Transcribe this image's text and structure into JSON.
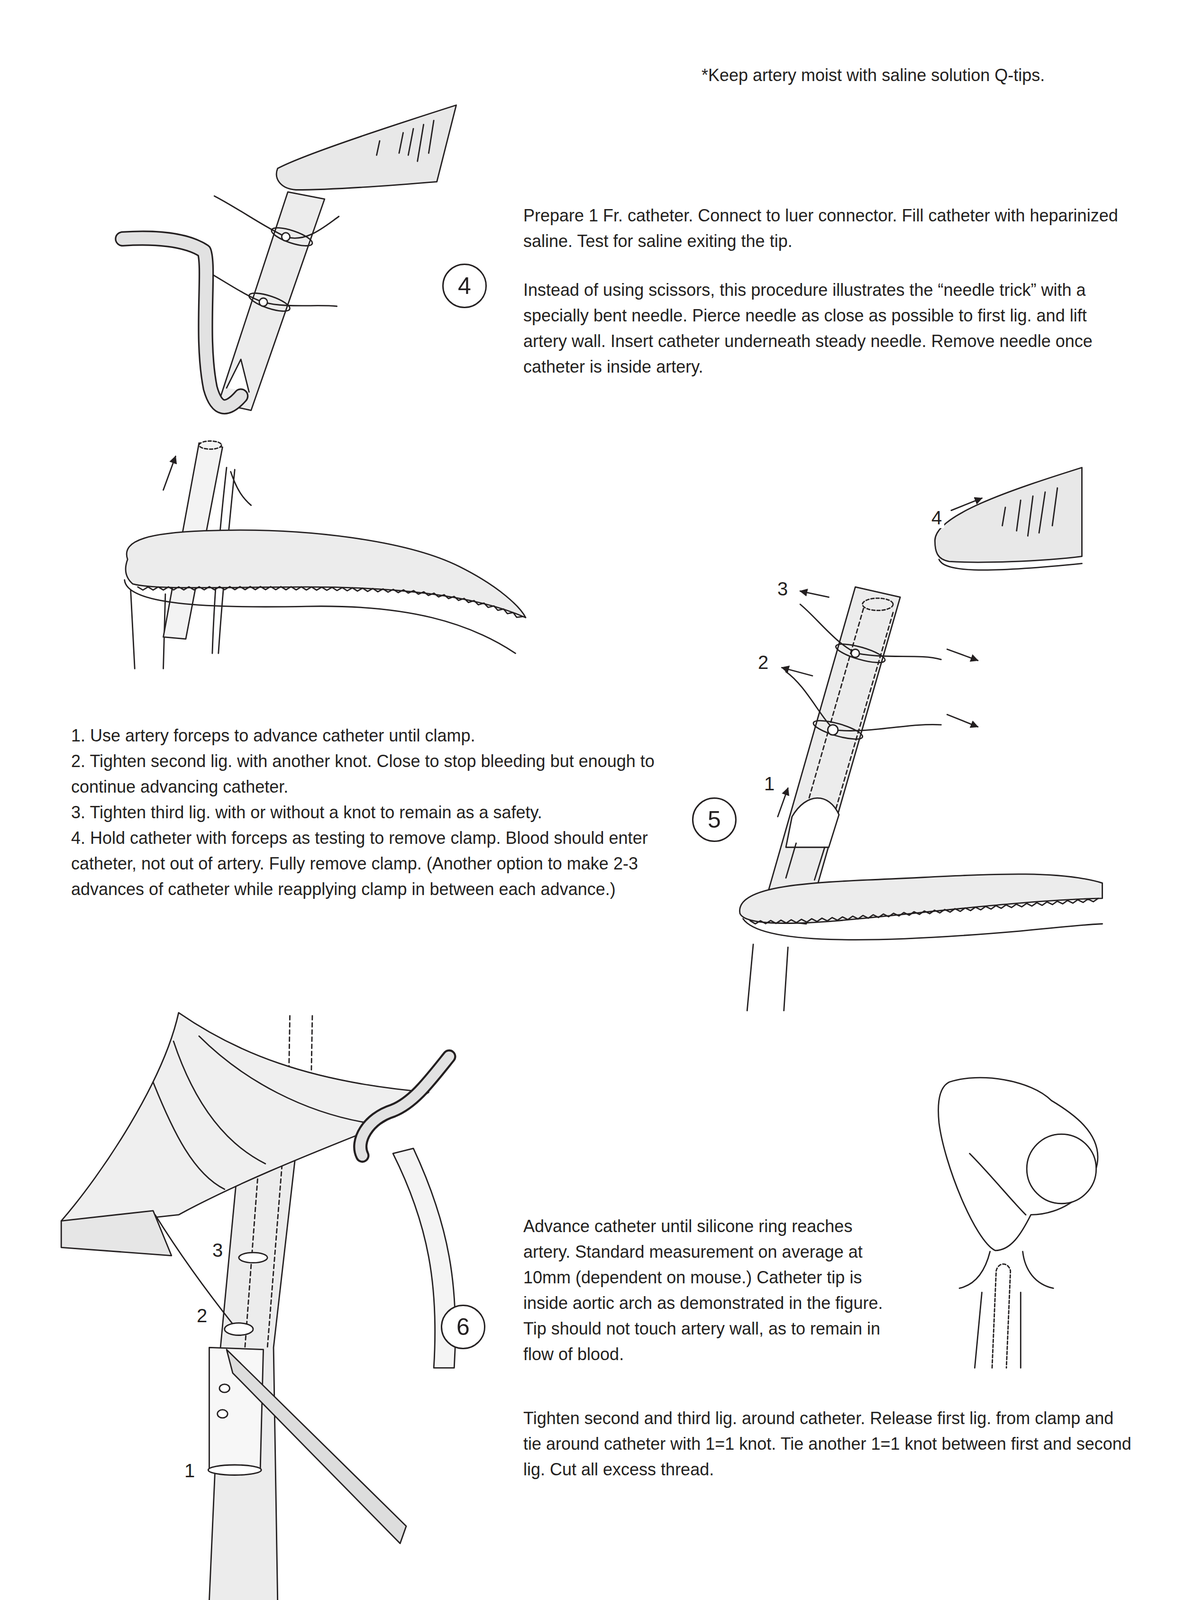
{
  "diagram": {
    "nodes": [
      {
        "text": [
          "4"
        ]
      },
      {
        "text": [
          "5"
        ]
      },
      {
        "text": [
          "6"
        ]
      }
    ],
    "labels": [
      "*Keep artery moist with saline solution Q-tips.",
      "Prepare 1 Fr. catheter. Connect to luer connector. Fill catheter with heparinized saline. Test for saline exiting the tip.",
      "Instead of using scissors, this procedure illustrates the “needle trick” with a specially bent needle. Pierce needle as close as possible to first lig. and lift artery wall. Insert catheter underneath steady needle. Remove needle once catheter is inside artery.",
      "4",
      "3",
      "2",
      "1",
      "1. Use artery forceps to advance catheter until clamp.",
      "2. Tighten second lig. with another knot. Close to stop bleeding but enough to continue advancing catheter.",
      "3. Tighten third lig. with or without a knot to remain as a safety.",
      "4. Hold catheter with forceps as testing to remove clamp. Blood should enter catheter, not out of artery. Fully remove clamp. (Another option to make 2-3 advances of catheter while reapplying clamp in between each advance.)",
      "3",
      "2",
      "1",
      "Advance catheter until silicone ring reaches artery. Standard measurement on average at 10mm (dependent on mouse.) Catheter tip is inside aortic arch as demonstrated in the figure. Tip should not touch artery wall, as to remain in flow of blood.",
      "Tighten second and third lig. around catheter. Release first lig. from clamp and tie around catheter with 1=1 knot. Tie another 1=1 knot between first and second lig. Cut all excess thread."
    ]
  }
}
